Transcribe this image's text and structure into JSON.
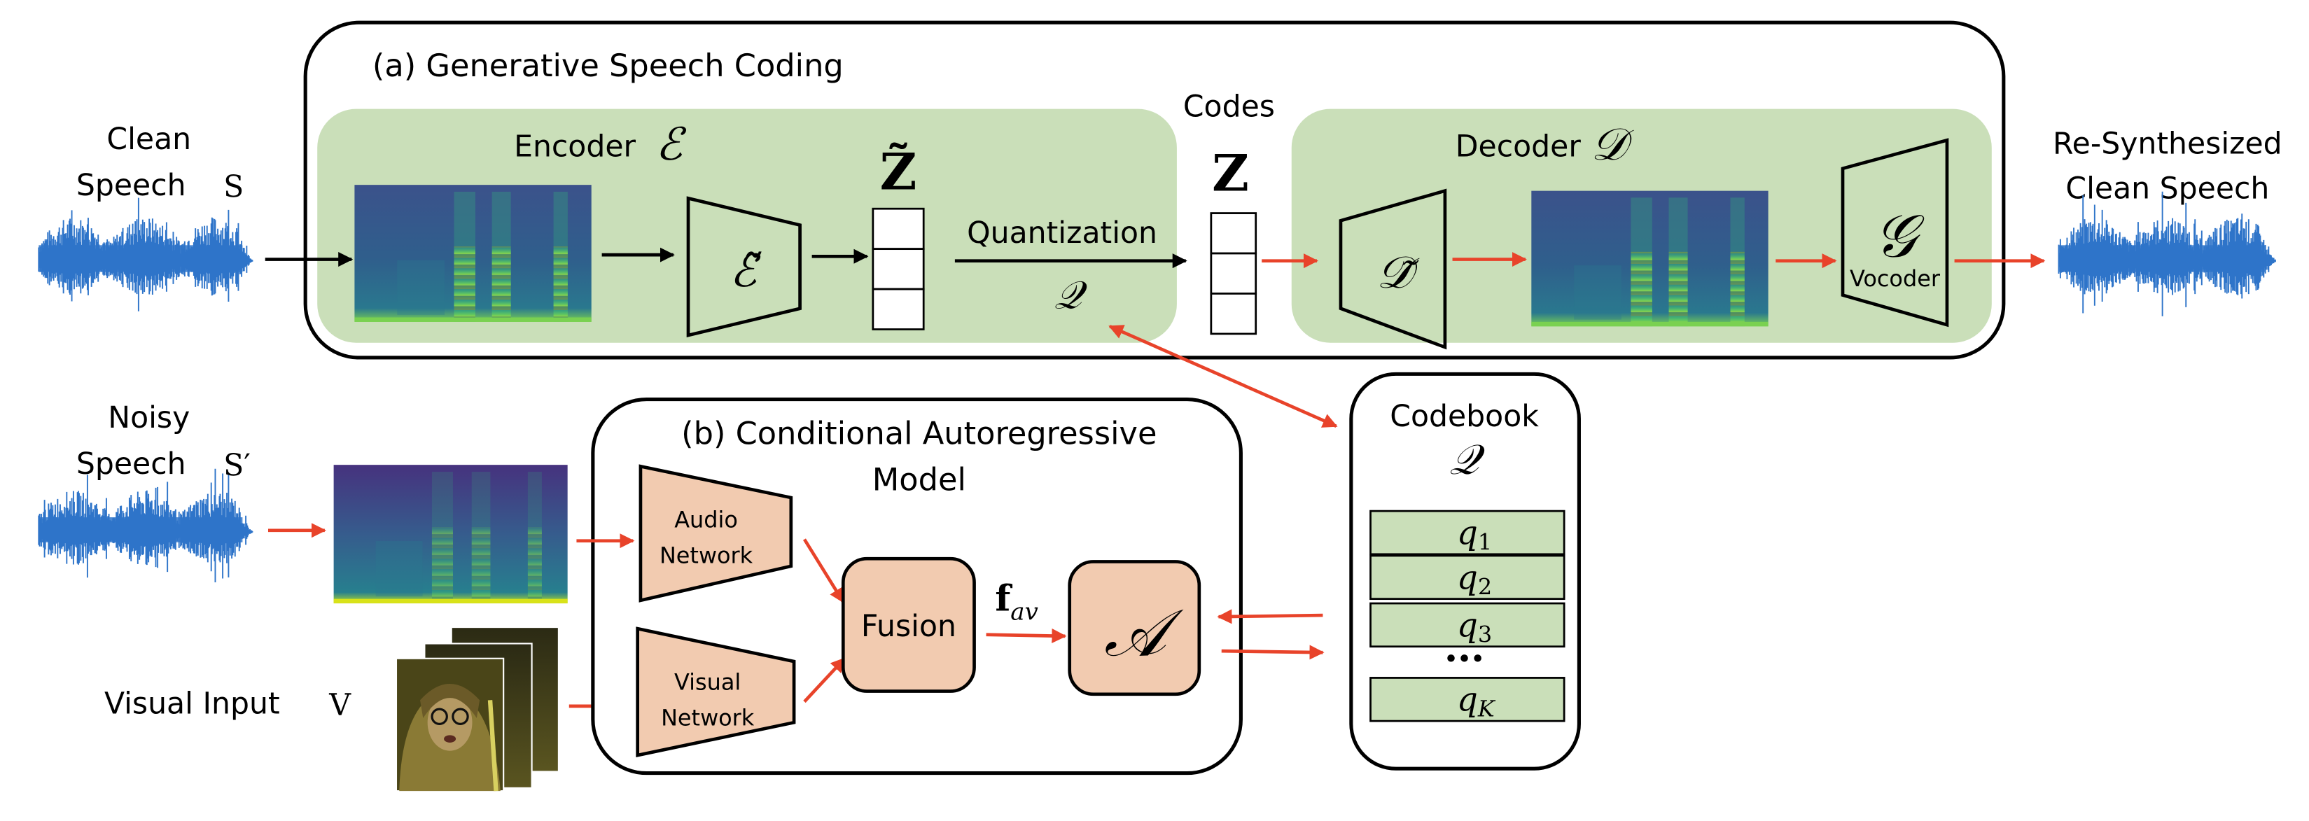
{
  "colors": {
    "green_panel": "#cadfb9",
    "peach_module": "#f2cbb0",
    "red_arrow": "#e8432a",
    "waveform_blue": "#2e74c9",
    "black_arrow": "#000000"
  },
  "section_a": {
    "title": "(a) Generative Speech Coding",
    "input": {
      "line1": "Clean",
      "line2": "Speech",
      "symbol": "S",
      "icon": "waveform-icon"
    },
    "encoder": {
      "label": "Encoder",
      "symbol": "ℰ",
      "spectrogram_icon": "spectrogram-icon",
      "block_symbol": "ℰ̃"
    },
    "latent": {
      "symbol": "Z̃",
      "cells": 3
    },
    "quantization": {
      "label": "Quantization",
      "symbol": "𝒬"
    },
    "codes": {
      "label": "Codes",
      "symbol": "Z",
      "cells": 3
    },
    "decoder": {
      "label": "Decoder",
      "symbol": "𝒟",
      "block_symbol": "𝒟̃",
      "spectrogram_icon": "spectrogram-icon"
    },
    "vocoder": {
      "symbol": "𝒢",
      "label": "Vocoder"
    },
    "output": {
      "line1": "Re-Synthesized",
      "line2": "Clean Speech",
      "icon": "waveform-icon"
    }
  },
  "section_b": {
    "title_line1": "(b) Conditional Autoregressive",
    "title_line2": "Model",
    "noisy_input": {
      "line1": "Noisy",
      "line2": "Speech",
      "symbol": "S′"
    },
    "visual_input": {
      "label": "Visual Input",
      "symbol": "V",
      "icon": "video-frames-icon"
    },
    "audio_network": {
      "line1": "Audio",
      "line2": "Network"
    },
    "visual_network": {
      "line1": "Visual",
      "line2": "Network"
    },
    "fusion": {
      "label": "Fusion"
    },
    "feature": {
      "base": "f",
      "subscript": "av"
    },
    "autoregressive": {
      "symbol": "𝒜"
    }
  },
  "codebook": {
    "title": "Codebook",
    "symbol": "𝒬",
    "entries": [
      {
        "base": "q",
        "sub": "1"
      },
      {
        "base": "q",
        "sub": "2"
      },
      {
        "base": "q",
        "sub": "3"
      },
      {
        "base": "q",
        "sub": "K"
      }
    ],
    "ellipsis": "•••"
  }
}
